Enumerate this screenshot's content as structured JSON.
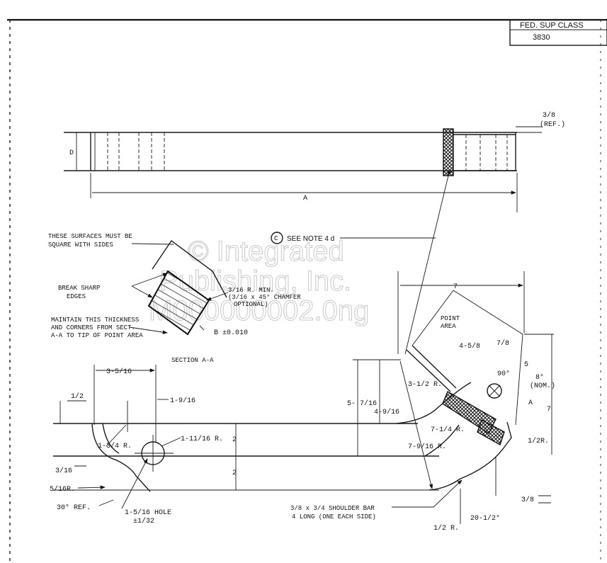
{
  "title_block": {
    "header": "FED. SUP CLASS",
    "value": "3830"
  },
  "watermark": {
    "line1": "© Integrated",
    "line2": "Publishing, Inc.",
    "line3": "M000000002.0ng"
  },
  "top_view": {
    "dim_d": "D",
    "dim_a": "A",
    "dim_ref": "3/8",
    "dim_ref2": "(REF.)"
  },
  "section": {
    "note_square": "THESE SURFACES MUST BE",
    "note_square2": "SQUARE WITH SIDES",
    "note_break": "BREAK SHARP",
    "note_break2": "EDGES",
    "note_radius": "3/16 R. MIN.",
    "note_chamfer": "(3/16 x 45° CHAMFER",
    "note_chamfer2": "OPTIONAL)",
    "note_thick": "MAINTAIN THIS THICKNESS",
    "note_thick2": "AND CORNERS FROM SECT.",
    "note_thick3": "A-A TO TIP OF POINT AREA",
    "tolerance": "B ±0.010",
    "label": "SECTION A-A",
    "note_circle": "C",
    "note_ref": "SEE NOTE 4 d"
  },
  "hook": {
    "d_3_5_16": "3-5/16",
    "d_1_2": "1/2",
    "d_1_9_16": "1-9/16",
    "d_1_3_4r": "1-3/4 R.",
    "d_1_11_16r": "1-11/16 R.",
    "d_2a": "2",
    "d_2b": "2",
    "d_3_16": "3/16",
    "d_5_16r": "5/16R.",
    "d_30ref": "30° REF.",
    "d_hole": "1-5/16 HOLE",
    "d_hole_tol": "±1/32"
  },
  "point": {
    "d_7top": "7",
    "point_area": "POINT",
    "point_area2": "AREA",
    "d_4_5_8": "4-5/8",
    "d_7_8": "7/8",
    "d_5": "5",
    "d_90": "90°",
    "d_8nom": "8°",
    "d_8nom2": "(NOM.)",
    "d_a": "A",
    "d_7right": "7",
    "d_3_1_2r": "3-1/2 R.",
    "d_5_7_16": "5- 7/16",
    "d_4_9_16": "4-9/16",
    "d_7_1_4r": "7-1/4 R.",
    "d_7_9_16r": "7-9/16 R.",
    "d_1_2r": "1/2R.",
    "d_3_8": "3/8",
    "shoulder": "3/8 x 3/4 SHOULDER BAR",
    "shoulder2": "4 LONG (ONE EACH SIDE)",
    "d_20_1_2": "20-1/2°",
    "d_1_2r_b": "1/2 R."
  }
}
